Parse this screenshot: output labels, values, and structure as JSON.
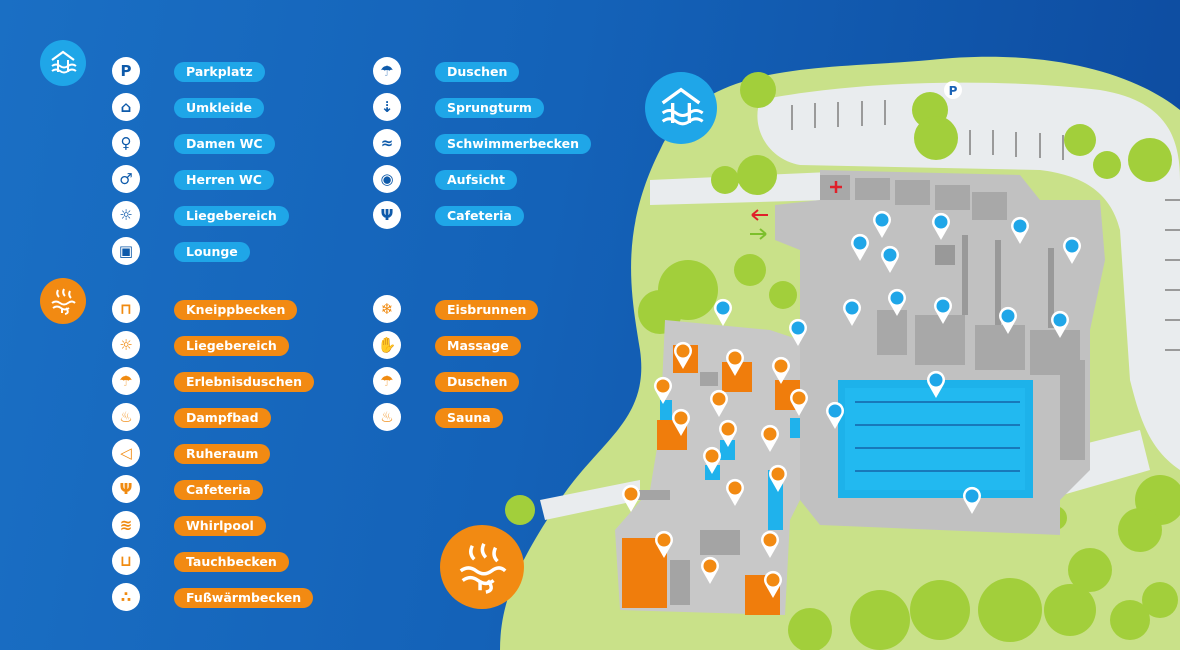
{
  "colors": {
    "blue_pill": "#1fa6e8",
    "orange_pill": "#f28a12",
    "background": "#1462b8",
    "grass": "#c8e08a",
    "tree": "#9ccc3a",
    "building": "#bdbdbd",
    "pool": "#1fb2ec"
  },
  "sections": {
    "swimming": {
      "icon": "pool-house-icon"
    },
    "sauna": {
      "icon": "sauna-steam-icon"
    }
  },
  "legend_pool": [
    {
      "label": "Parkplatz",
      "icon": "parking-icon",
      "glyph": "P"
    },
    {
      "label": "Umkleide",
      "icon": "changing-room-icon",
      "glyph": "⌂"
    },
    {
      "label": "Damen WC",
      "icon": "woman-icon",
      "glyph": "♀"
    },
    {
      "label": "Herren WC",
      "icon": "man-icon",
      "glyph": "♂"
    },
    {
      "label": "Liegebereich",
      "icon": "lounger-icon",
      "glyph": "☼"
    },
    {
      "label": "Lounge",
      "icon": "armchair-icon",
      "glyph": "▣"
    },
    {
      "label": "Duschen",
      "icon": "shower-icon",
      "glyph": "☂"
    },
    {
      "label": "Sprungturm",
      "icon": "diving-tower-icon",
      "glyph": "⇣"
    },
    {
      "label": "Schwimmerbecken",
      "icon": "swimmer-icon",
      "glyph": "≈"
    },
    {
      "label": "Aufsicht",
      "icon": "eye-icon",
      "glyph": "◉"
    },
    {
      "label": "Cafeteria",
      "icon": "cutlery-icon",
      "glyph": "Ψ"
    }
  ],
  "legend_sauna": [
    {
      "label": "Kneippbecken",
      "icon": "kneipp-pool-icon",
      "glyph": "⊓"
    },
    {
      "label": "Liegebereich",
      "icon": "lounger-icon",
      "glyph": "☼"
    },
    {
      "label": "Erlebnisduschen",
      "icon": "experience-shower-icon",
      "glyph": "☂"
    },
    {
      "label": "Dampfbad",
      "icon": "steam-bath-icon",
      "glyph": "♨"
    },
    {
      "label": "Ruheraum",
      "icon": "mute-icon",
      "glyph": "◁"
    },
    {
      "label": "Cafeteria",
      "icon": "cutlery-icon",
      "glyph": "Ψ"
    },
    {
      "label": "Whirlpool",
      "icon": "whirlpool-icon",
      "glyph": "≋"
    },
    {
      "label": "Tauchbecken",
      "icon": "plunge-pool-icon",
      "glyph": "⊔"
    },
    {
      "label": "Fußwärmbecken",
      "icon": "foot-icon",
      "glyph": "∴"
    },
    {
      "label": "Eisbrunnen",
      "icon": "snowflake-icon",
      "glyph": "❄"
    },
    {
      "label": "Massage",
      "icon": "massage-icon",
      "glyph": "✋"
    },
    {
      "label": "Duschen",
      "icon": "shower-icon",
      "glyph": "☂"
    },
    {
      "label": "Sauna",
      "icon": "sauna-icon",
      "glyph": "♨"
    }
  ],
  "map": {
    "parking_marker_icon": "parking-icon",
    "first_aid_icon": "red-cross-icon",
    "entrance_arrow_icon": "arrow-left-icon",
    "exit_arrow_icon": "arrow-right-icon"
  }
}
